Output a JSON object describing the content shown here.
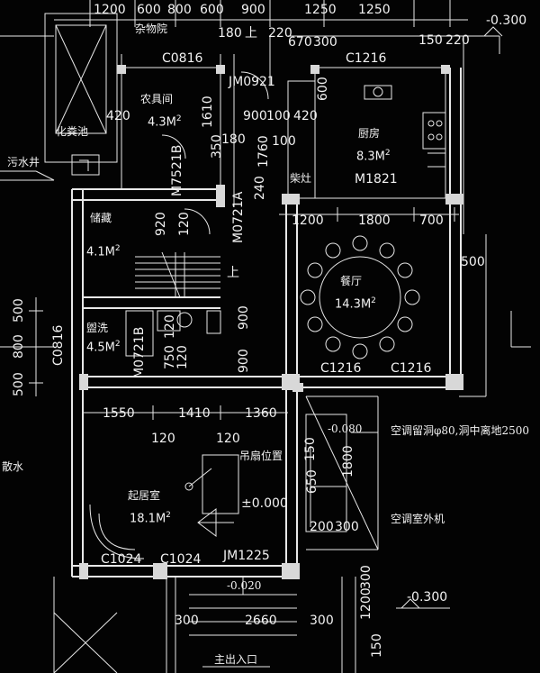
{
  "top_dims": [
    "1200",
    "600",
    "800",
    "600",
    "900",
    "1250",
    "1250"
  ],
  "rooms": {
    "sundry": "杂物院",
    "farm_tools": "农具间",
    "farm_tools_area": "4.3M",
    "septic": "化粪池",
    "sewage_well": "污水井",
    "kitchen": "厨房",
    "kitchen_area": "8.3M",
    "stove": "柴灶",
    "storage": "储藏",
    "storage_area": "4.1M",
    "dining": "餐厅",
    "dining_area": "14.3M",
    "bath": "盥洗",
    "bath_area": "4.5M",
    "living": "起居室",
    "living_area": "18.1M",
    "main_entrance": "主出入口",
    "sqm_exp": "2"
  },
  "doors": {
    "c0816_top": "C0816",
    "jm0921": "JM0921",
    "c1216_top": "C1216",
    "m7521b": "M7521B",
    "m1821": "M1821",
    "m0721a": "M0721A",
    "c0816_left": "C0816",
    "m0721b": "M0721B",
    "c1216_a": "C1216",
    "c1216_b": "C1216",
    "c1024_a": "C1024",
    "c1024_b": "C1024",
    "jm1225": "JM1225"
  },
  "dims": {
    "d180_upper": "180",
    "up_top": "上",
    "d220": "220",
    "d670": "670",
    "d300_top": "300",
    "d150_top": "150",
    "d220_right": "220",
    "lvl_top": "-0.300",
    "d420_left": "420",
    "d1610": "1610",
    "d900": "900",
    "d100": "100",
    "d420_mid": "420",
    "d600_mid": "600",
    "d180_mid": "180",
    "d1760": "1760",
    "d350": "350",
    "d100_b": "100",
    "d240": "240",
    "d920": "920",
    "d120_a": "120",
    "d1200_dining": "1200",
    "d1800_dining": "1800",
    "d700_dining": "700",
    "d500_right": "500",
    "up_stair": "上",
    "d500_left": "500",
    "d800_left": "800",
    "d500_left_b": "500",
    "d120_b": "120",
    "d900_b": "900",
    "d900_c": "900",
    "d750": "750",
    "d120_c": "120",
    "d1550": "1550",
    "d1410": "1410",
    "d1360": "1360",
    "d120_d": "120",
    "d120_e": "120",
    "d150_side": "150",
    "d650": "650",
    "d1800_side": "1800",
    "d200": "200",
    "d300_side": "300",
    "lvl_080": "-0.080",
    "lvl_000": "±0.000",
    "lvl_020": "-0.020",
    "d300_bottom": "300",
    "d2660": "2660",
    "d300_bottom_b": "300",
    "d1200_bottom": "1200",
    "d300_bottom_v": "300",
    "lvl_bottom": "-0.300",
    "d150_bottom": "150"
  },
  "notes": {
    "ceiling_fan": "吊扇位置",
    "ac_hole": "空调留洞φ80,洞中离地2500",
    "ac_outdoor": "空调室外机",
    "drain": "散水"
  }
}
